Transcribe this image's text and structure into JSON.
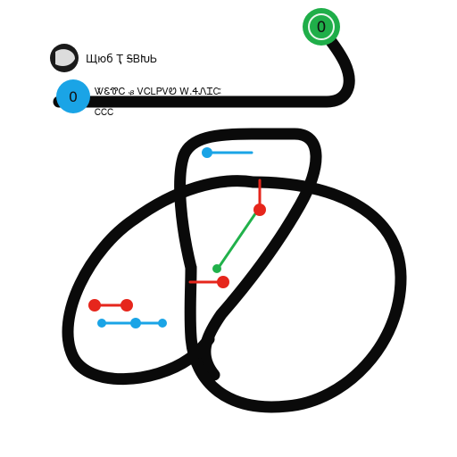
{
  "legend": {
    "rows": [
      {
        "icon": "avatar-icon",
        "text": "Щюб Ҭ ᎦᏴԽᏏ"
      },
      {
        "icon": "zero-badge-icon",
        "badge_text": "0",
        "text": "ᏔᏋᏡᏟ ᏸ ᏙᏟᏞᏢᏙᏬ Ꮃ.ᏎᏁᏆᏨ",
        "subtext": "ᏟᏟᏟ"
      }
    ]
  },
  "node": {
    "badge_text": "0"
  },
  "colors": {
    "track": "#0a0a0a",
    "green": "#21b14b",
    "blue": "#1aa4e6",
    "red": "#e6261c",
    "badge_blue": "#1aa4e6",
    "badge_green": "#1fae49"
  }
}
